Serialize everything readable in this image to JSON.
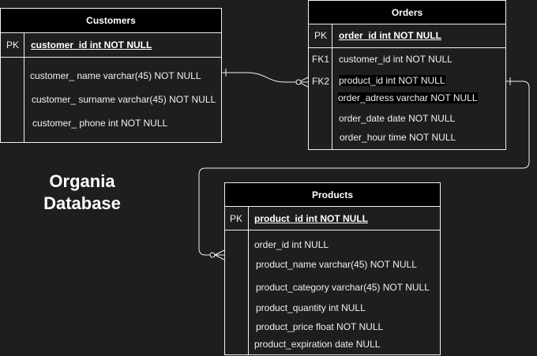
{
  "title": {
    "line1": "Organia",
    "line2": "Database"
  },
  "customers": {
    "name": "Customers",
    "pk_label": "PK",
    "pk_field": "customer_id int NOT NULL",
    "fields": [
      "customer_ name varchar(45) NOT NULL",
      "customer_ surname varchar(45) NOT NULL",
      "customer_ phone int NOT NULL"
    ]
  },
  "orders": {
    "name": "Orders",
    "pk_label": "PK",
    "pk_field": "order_id int NOT NULL",
    "fk1_label": "FK1",
    "fk2_label": "FK2",
    "fields": [
      "customer_id int NOT NULL",
      "product_id int NOT NULL",
      "order_adress varchar NOT NULL",
      "order_date date NOT NULL",
      "order_hour time NOT NULL"
    ]
  },
  "products": {
    "name": "Products",
    "pk_label": "PK",
    "pk_field": "product_id int NOT NULL",
    "fields": [
      "order_id int  NULL",
      "product_name varchar(45) NOT NULL",
      "product_category varchar(45) NOT NULL",
      "product_quantity int NULL",
      "product_price float NOT NULL",
      "product_expiration date  NULL"
    ]
  },
  "colors": {
    "background": "#1e1e1e",
    "header": "#000000",
    "line": "#f0f0f0"
  }
}
